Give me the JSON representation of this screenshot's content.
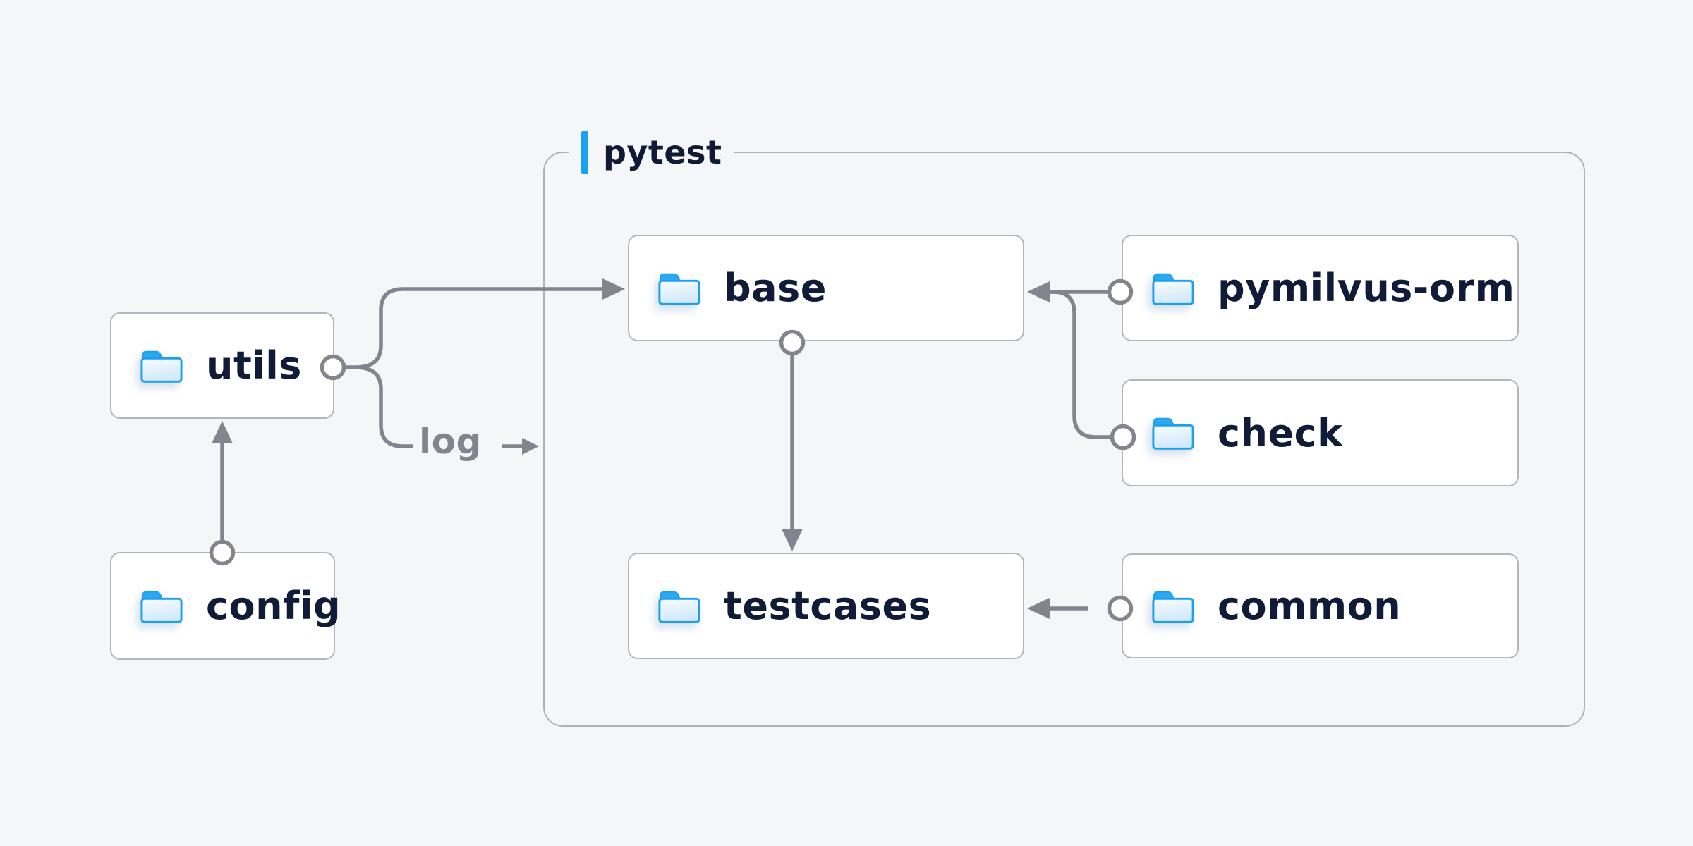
{
  "diagram": {
    "group_label": "pytest",
    "edge_label": "log",
    "nodes": {
      "utils": {
        "label": "utils"
      },
      "config": {
        "label": "config"
      },
      "base": {
        "label": "base"
      },
      "testcases": {
        "label": "testcases"
      },
      "pymilvus_orm": {
        "label": "pymilvus-orm"
      },
      "check": {
        "label": "check"
      },
      "common": {
        "label": "common"
      }
    },
    "edges": [
      {
        "from": "config",
        "to": "utils"
      },
      {
        "from": "utils",
        "to": "base"
      },
      {
        "from": "utils",
        "to": "log",
        "label": "log"
      },
      {
        "from": "pymilvus-orm",
        "to": "base"
      },
      {
        "from": "check",
        "to": "base"
      },
      {
        "from": "base",
        "to": "testcases"
      },
      {
        "from": "common",
        "to": "testcases"
      }
    ],
    "colors": {
      "background": "#f5f6f8",
      "accent_blue": "#17a3f2",
      "folder_outline_blue": "#1b9ff0",
      "folder_tab_blue": "#2ea7f1",
      "folder_fill_light": "#e9f4fc",
      "text_navy": "#101b38",
      "connector_gray": "#84848e",
      "box_border_gray": "#b5b5c0"
    }
  }
}
